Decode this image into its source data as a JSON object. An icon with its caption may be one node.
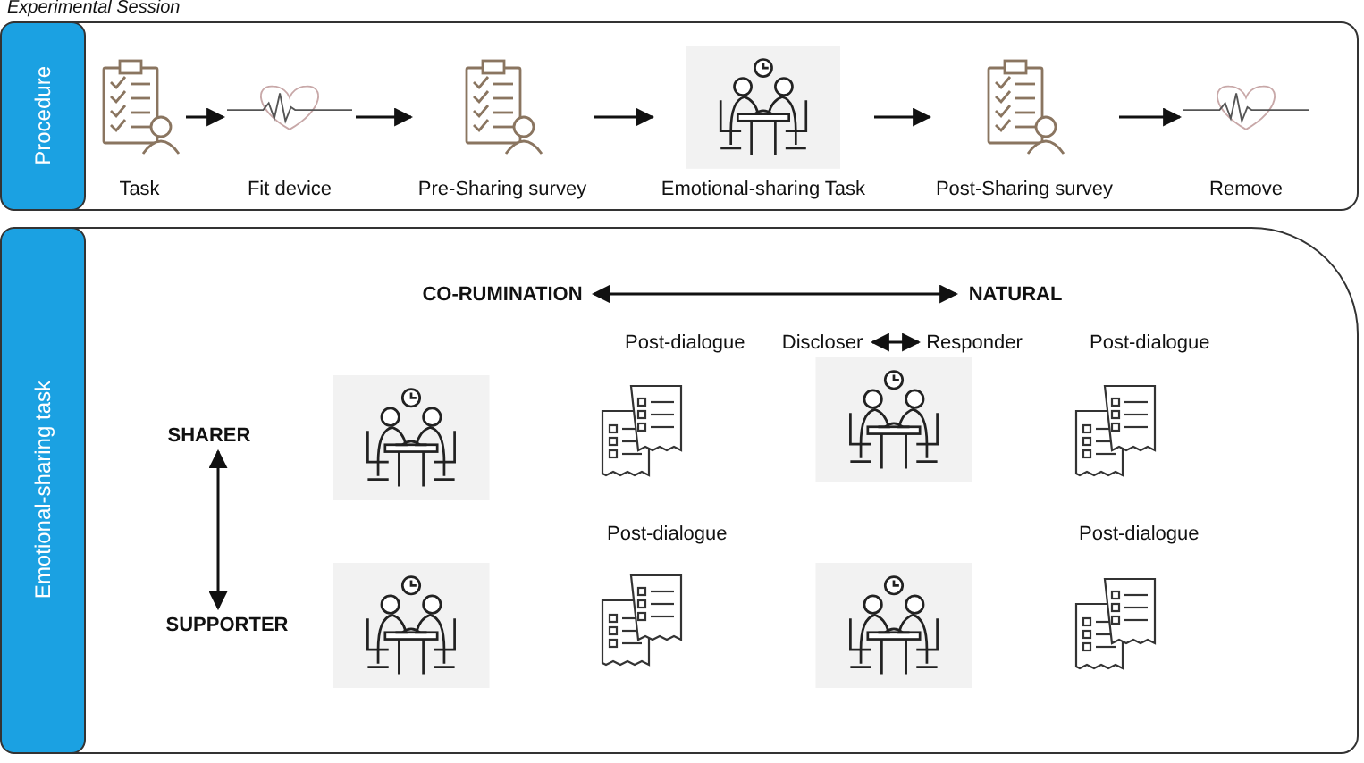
{
  "diagram": {
    "title": "Experimental Session",
    "nodes": [
      {
        "text": [
          "Procedure"
        ]
      },
      {
        "text": [
          "Task"
        ],
        "in": 0
      },
      {
        "text": [
          "Fit device"
        ],
        "in": 0
      },
      {
        "text": [
          "Pre-Sharing survey"
        ],
        "in": 0
      },
      {
        "text": [
          "Emotional-sharing Task"
        ],
        "in": 0
      },
      {
        "text": [
          "Post-Sharing survey"
        ],
        "in": 0
      },
      {
        "text": [
          "Remove"
        ],
        "in": 0
      },
      {
        "text": [
          "Emotional-sharing task"
        ]
      },
      {
        "text": [
          "CO-RUMINATION"
        ],
        "in": 7
      },
      {
        "text": [
          "NATURAL"
        ],
        "in": 7
      },
      {
        "text": [
          "SHARER"
        ],
        "in": 7
      },
      {
        "text": [
          "SUPPORTER"
        ],
        "in": 7
      },
      {
        "text": [
          "Discloser"
        ],
        "in": 7
      },
      {
        "text": [
          "Responder"
        ],
        "in": 7
      }
    ],
    "edges": [
      {
        "from": 1,
        "to": 2,
        "arrow": "to"
      },
      {
        "from": 2,
        "to": 3,
        "arrow": "to"
      },
      {
        "from": 3,
        "to": 4,
        "arrow": "to"
      },
      {
        "from": 4,
        "to": 5,
        "arrow": "to"
      },
      {
        "from": 5,
        "to": 6,
        "arrow": "to"
      },
      {
        "from": 8,
        "to": 9,
        "arrow": "both"
      },
      {
        "from": 10,
        "to": 11,
        "arrow": "both"
      },
      {
        "from": 12,
        "to": 13,
        "arrow": "both"
      }
    ],
    "labels": [
      "Post-dialogue",
      "Post-dialogue",
      "Post-dialogue",
      "Post-dialogue"
    ]
  }
}
